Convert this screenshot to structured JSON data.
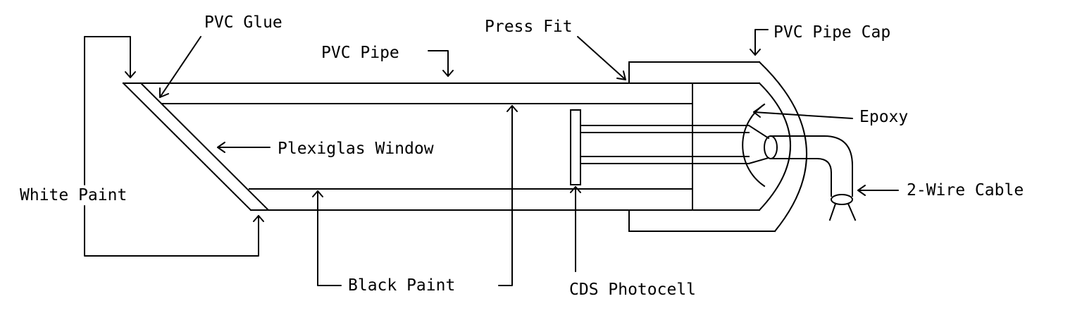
{
  "labels": {
    "pvc_glue": "PVC Glue",
    "press_fit": "Press Fit",
    "pvc_pipe_cap": "PVC Pipe Cap",
    "pvc_pipe": "PVC Pipe",
    "epoxy": "Epoxy",
    "plexiglas_window": "Plexiglas Window",
    "white_paint": "White Paint",
    "two_wire_cable": "2-Wire Cable",
    "black_paint": "Black Paint",
    "cds_photocell": "CDS Photocell"
  },
  "colors": {
    "ink": "#000000",
    "background": "#ffffff"
  }
}
